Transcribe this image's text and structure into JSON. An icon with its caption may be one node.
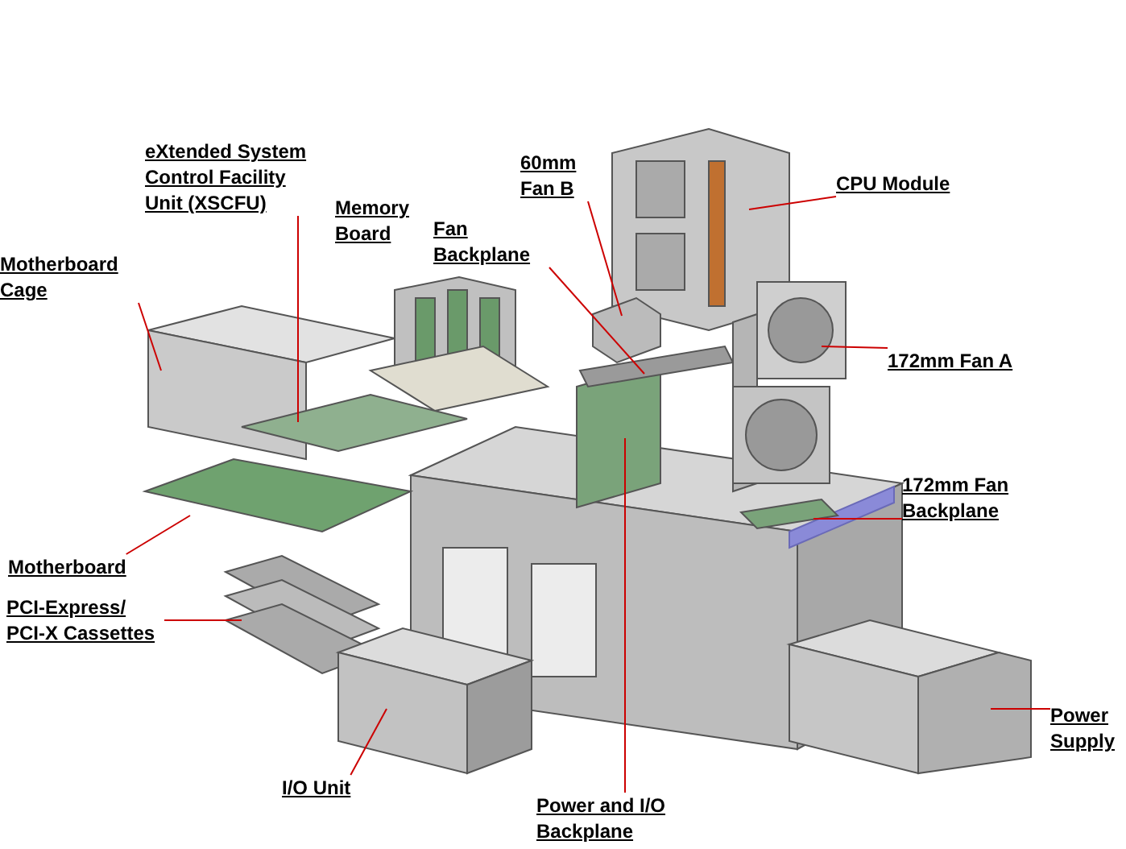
{
  "diagram": {
    "nodes": [
      {
        "text": [
          "eXtended System Control Facility Unit (XSCFU)"
        ]
      },
      {
        "text": [
          "60mm Fan B"
        ]
      },
      {
        "text": [
          "CPU Module"
        ]
      },
      {
        "text": [
          "Memory Board"
        ]
      },
      {
        "text": [
          "Fan Backplane"
        ]
      },
      {
        "text": [
          "Motherboard Cage"
        ]
      },
      {
        "text": [
          "172mm Fan A"
        ]
      },
      {
        "text": [
          "172mm Fan Backplane"
        ]
      },
      {
        "text": [
          "Motherboard"
        ]
      },
      {
        "text": [
          "PCI-Express/ PCI-X Cassettes"
        ]
      },
      {
        "text": [
          "Power Supply"
        ]
      },
      {
        "text": [
          "I/O Unit"
        ]
      },
      {
        "text": [
          "Power and I/O Backplane"
        ]
      }
    ],
    "edges": [
      {
        "from": 0,
        "to": null,
        "arrow": "none"
      },
      {
        "from": 1,
        "to": null,
        "arrow": "none"
      },
      {
        "from": 2,
        "to": null,
        "arrow": "none"
      },
      {
        "from": 4,
        "to": null,
        "arrow": "none"
      },
      {
        "from": 5,
        "to": null,
        "arrow": "none"
      },
      {
        "from": 6,
        "to": null,
        "arrow": "none"
      },
      {
        "from": 7,
        "to": null,
        "arrow": "none"
      },
      {
        "from": 8,
        "to": null,
        "arrow": "none"
      },
      {
        "from": 9,
        "to": null,
        "arrow": "none"
      },
      {
        "from": 10,
        "to": null,
        "arrow": "none"
      },
      {
        "from": 11,
        "to": null,
        "arrow": "none"
      },
      {
        "from": 12,
        "to": null,
        "arrow": "none"
      }
    ]
  }
}
